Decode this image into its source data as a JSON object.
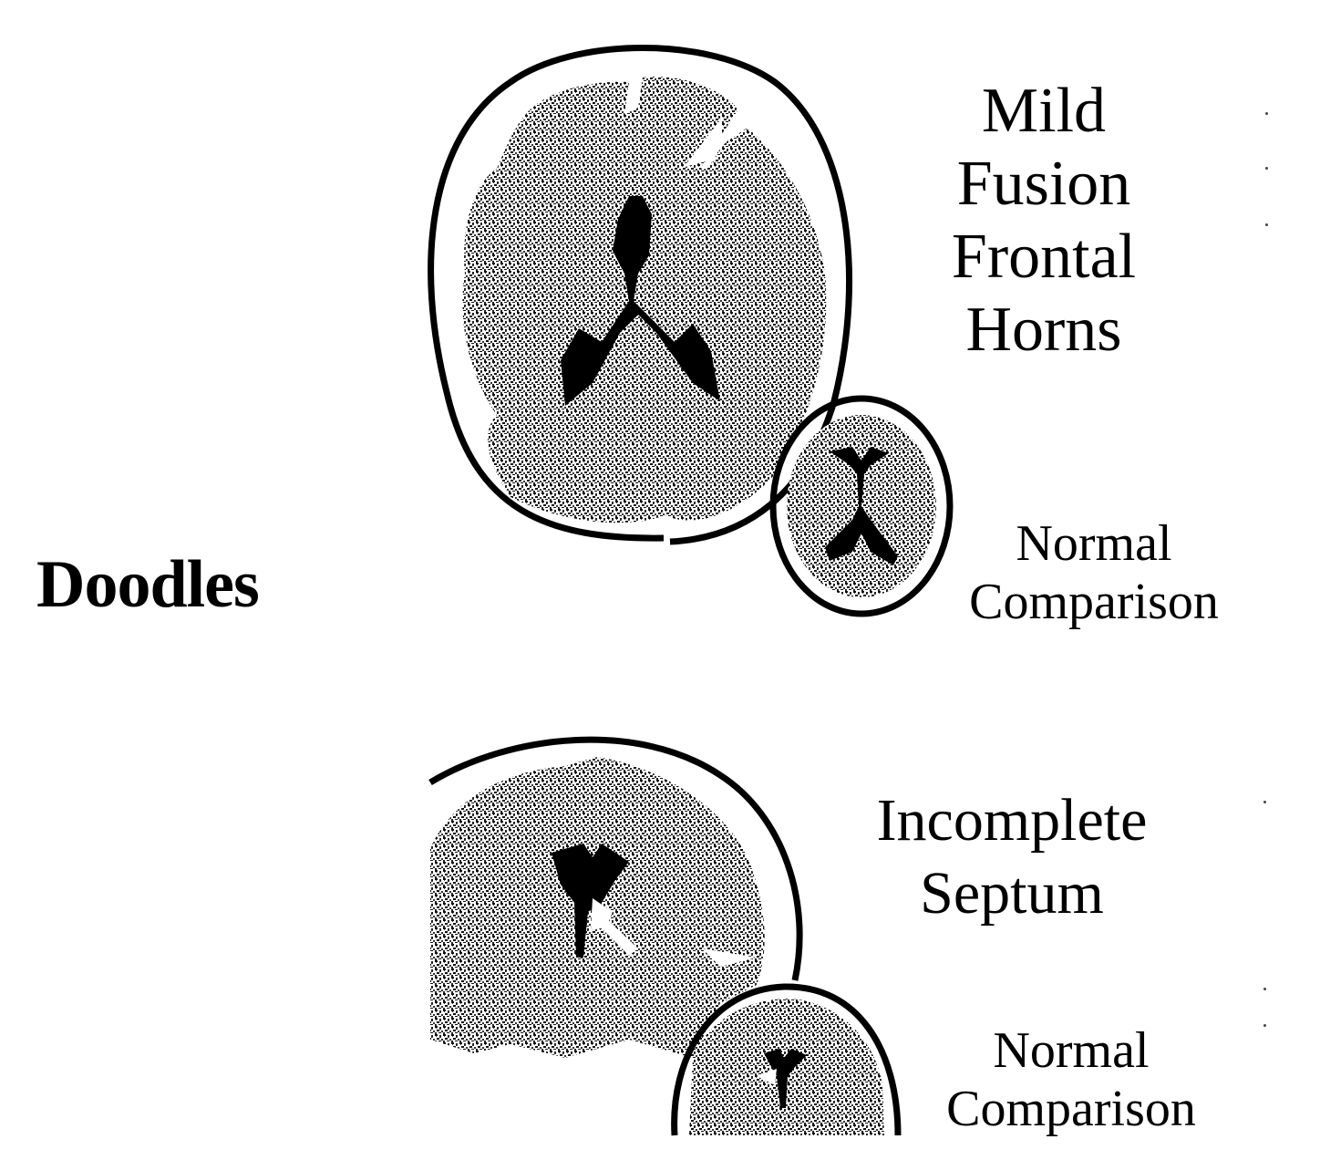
{
  "title": "Doodles",
  "panels": [
    {
      "id": "mild-fusion",
      "label_lines": [
        "Mild",
        "Fusion",
        "Frontal",
        "Horns"
      ]
    },
    {
      "id": "normal-comparison-axial",
      "label_lines": [
        "Normal",
        "Comparison"
      ]
    },
    {
      "id": "incomplete-septum",
      "label_lines": [
        "Incomplete",
        "Septum"
      ]
    },
    {
      "id": "normal-comparison-coronal",
      "label_lines": [
        "Normal",
        "Comparison"
      ]
    }
  ],
  "colors": {
    "ink": "#000000",
    "brain": "#8c8c8c",
    "background": "#ffffff"
  }
}
